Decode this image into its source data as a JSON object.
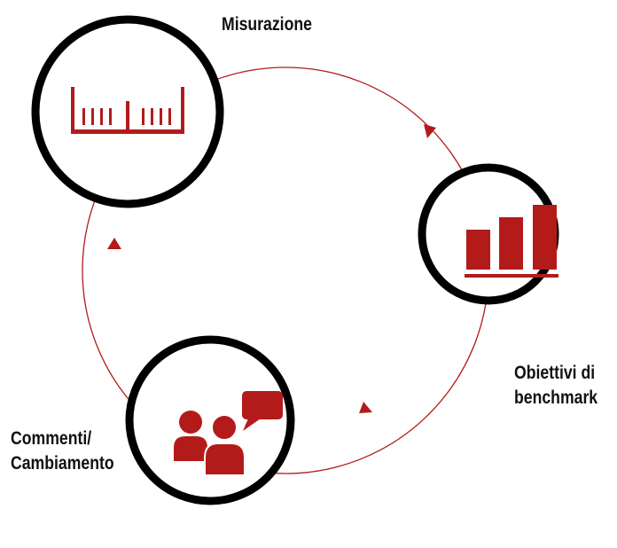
{
  "colors": {
    "accent": "#b31b1b",
    "ring": "#000000",
    "text": "#111111",
    "background": "#ffffff"
  },
  "steps": [
    {
      "id": "measure",
      "icon": "ruler-icon",
      "label_lines": [
        "Misurazione"
      ]
    },
    {
      "id": "benchmark",
      "icon": "bar-chart-icon",
      "label_lines": [
        "Obiettivi di",
        "benchmark"
      ]
    },
    {
      "id": "feedback",
      "icon": "people-speech-bubble-icon",
      "label_lines": [
        "Commenti/",
        "Cambiamento"
      ]
    }
  ],
  "cycle_direction": "clockwise"
}
